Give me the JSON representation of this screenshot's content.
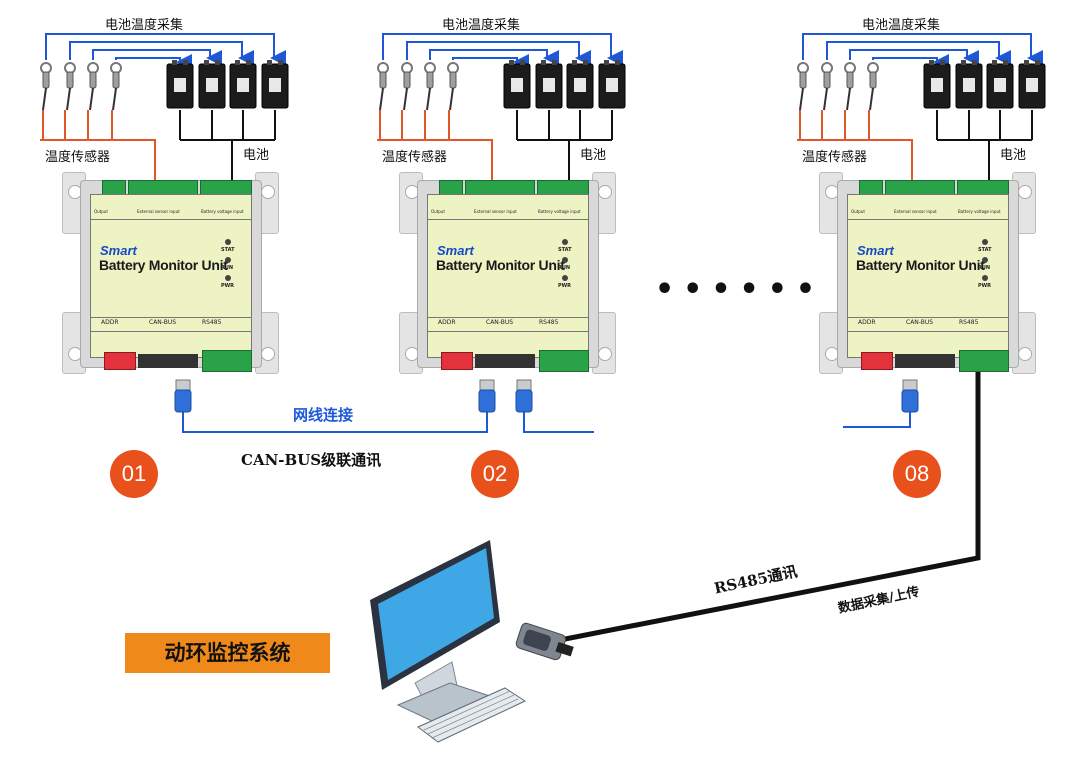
{
  "labels": {
    "battery_temp_collect": "电池温度采集",
    "temp_sensor": "温度传感器",
    "battery": "电池",
    "net_connect": "网线连接",
    "canbus_cascade": "CAN-BUS级联通讯",
    "rs485_comm": "RS485通讯",
    "data_upload": "数据采集/上传",
    "monitor_system": "动环监控系统",
    "ellipsis": "••••••"
  },
  "badges": [
    "01",
    "02",
    "08"
  ],
  "device": {
    "smart": "Smart",
    "name": "Battery Monitor Unit",
    "output": "Output",
    "ext_sensor": "External sensor input",
    "batt_voltage": "Battery voltage input",
    "addr": "ADDR",
    "canbus": "CAN-BUS",
    "rs485": "RS485",
    "led_stat": "STAT",
    "led_run": "RUN",
    "led_pwr": "PWR"
  },
  "colors": {
    "badge": "#e8511b",
    "wire_blue": "#1e58d8",
    "wire_orange": "#e0572a",
    "system_box": "#ef8a1a",
    "panel": "#eef3c4"
  }
}
